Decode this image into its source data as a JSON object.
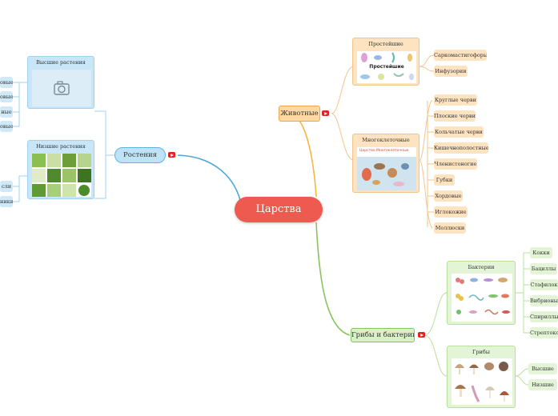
{
  "root": {
    "label": "Царства"
  },
  "animals": {
    "label": "Животные",
    "protozoa": {
      "title": "Простейшие",
      "image_caption": "Простейшие"
    },
    "protozoa_items": [
      "Саркомастигофоры",
      "Инфузории"
    ],
    "multicellular": {
      "title": "Многоклеточные",
      "image_caption": "Царство Многоклеточные"
    },
    "multicellular_items": [
      "Круглые черви",
      "Плоские черви",
      "Кольчатые черви",
      "Кишечнополостные",
      "Членистоногие",
      "Губки",
      "Хордовые",
      "Иглокожие",
      "Моллюски"
    ]
  },
  "plants": {
    "label": "Ростения",
    "higher": {
      "title": "Высшие растения"
    },
    "higher_items": [
      "овые",
      "овые",
      "ные",
      "овые"
    ],
    "lower": {
      "title": "Низшие растения"
    },
    "lower_items": [
      "сли",
      "ники"
    ]
  },
  "fungi_bacteria": {
    "label": "Грибы и бактерии",
    "bacteria": {
      "title": "Бактерии"
    },
    "bacteria_items": [
      "Кокки",
      "Бациллы",
      "Стафилок",
      "Вибрионы",
      "Спириллы",
      "Стрептоко"
    ],
    "fungi": {
      "title": "Грибы"
    },
    "fungi_items": [
      "Высшие",
      "Низшие"
    ]
  },
  "colors": {
    "root": "#ee5a4f",
    "animals": "#f2a84c",
    "plants": "#4aa8dc",
    "fungi_bacteria": "#86c45d"
  }
}
